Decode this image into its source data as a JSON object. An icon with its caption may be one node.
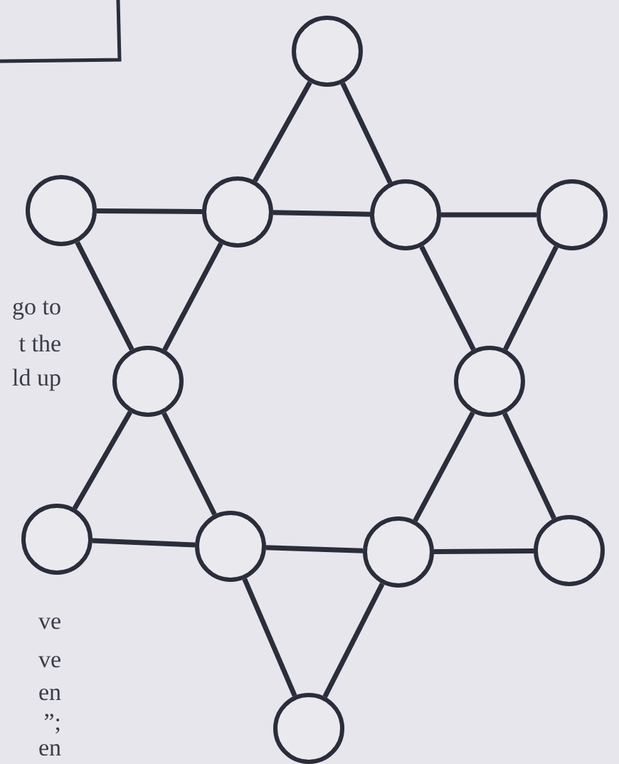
{
  "diagram": {
    "nodes": [
      {
        "text": [],
        "shape": "circle"
      },
      {
        "text": [],
        "shape": "circle"
      },
      {
        "text": [],
        "shape": "circle"
      },
      {
        "text": [],
        "shape": "circle"
      },
      {
        "text": [],
        "shape": "circle"
      },
      {
        "text": [],
        "shape": "circle"
      },
      {
        "text": [],
        "shape": "circle"
      },
      {
        "text": [],
        "shape": "circle"
      },
      {
        "text": [],
        "shape": "circle"
      },
      {
        "text": [],
        "shape": "circle"
      },
      {
        "text": [],
        "shape": "circle"
      },
      {
        "text": [],
        "shape": "circle"
      }
    ],
    "edges": [
      {
        "from": 0,
        "to": 2,
        "arrow": "none"
      },
      {
        "from": 0,
        "to": 3,
        "arrow": "none"
      },
      {
        "from": 1,
        "to": 2,
        "arrow": "none"
      },
      {
        "from": 2,
        "to": 3,
        "arrow": "none"
      },
      {
        "from": 3,
        "to": 4,
        "arrow": "none"
      },
      {
        "from": 1,
        "to": 5,
        "arrow": "none"
      },
      {
        "from": 2,
        "to": 5,
        "arrow": "none"
      },
      {
        "from": 3,
        "to": 6,
        "arrow": "none"
      },
      {
        "from": 4,
        "to": 6,
        "arrow": "none"
      },
      {
        "from": 5,
        "to": 7,
        "arrow": "none"
      },
      {
        "from": 5,
        "to": 8,
        "arrow": "none"
      },
      {
        "from": 6,
        "to": 9,
        "arrow": "none"
      },
      {
        "from": 6,
        "to": 10,
        "arrow": "none"
      },
      {
        "from": 7,
        "to": 8,
        "arrow": "none"
      },
      {
        "from": 8,
        "to": 9,
        "arrow": "none"
      },
      {
        "from": 9,
        "to": 10,
        "arrow": "none"
      },
      {
        "from": 8,
        "to": 11,
        "arrow": "none"
      },
      {
        "from": 9,
        "to": 11,
        "arrow": "none"
      }
    ],
    "labels": [
      "go to",
      "t the",
      "ld up",
      "ve",
      "ve",
      "en",
      "”;",
      "en"
    ]
  }
}
